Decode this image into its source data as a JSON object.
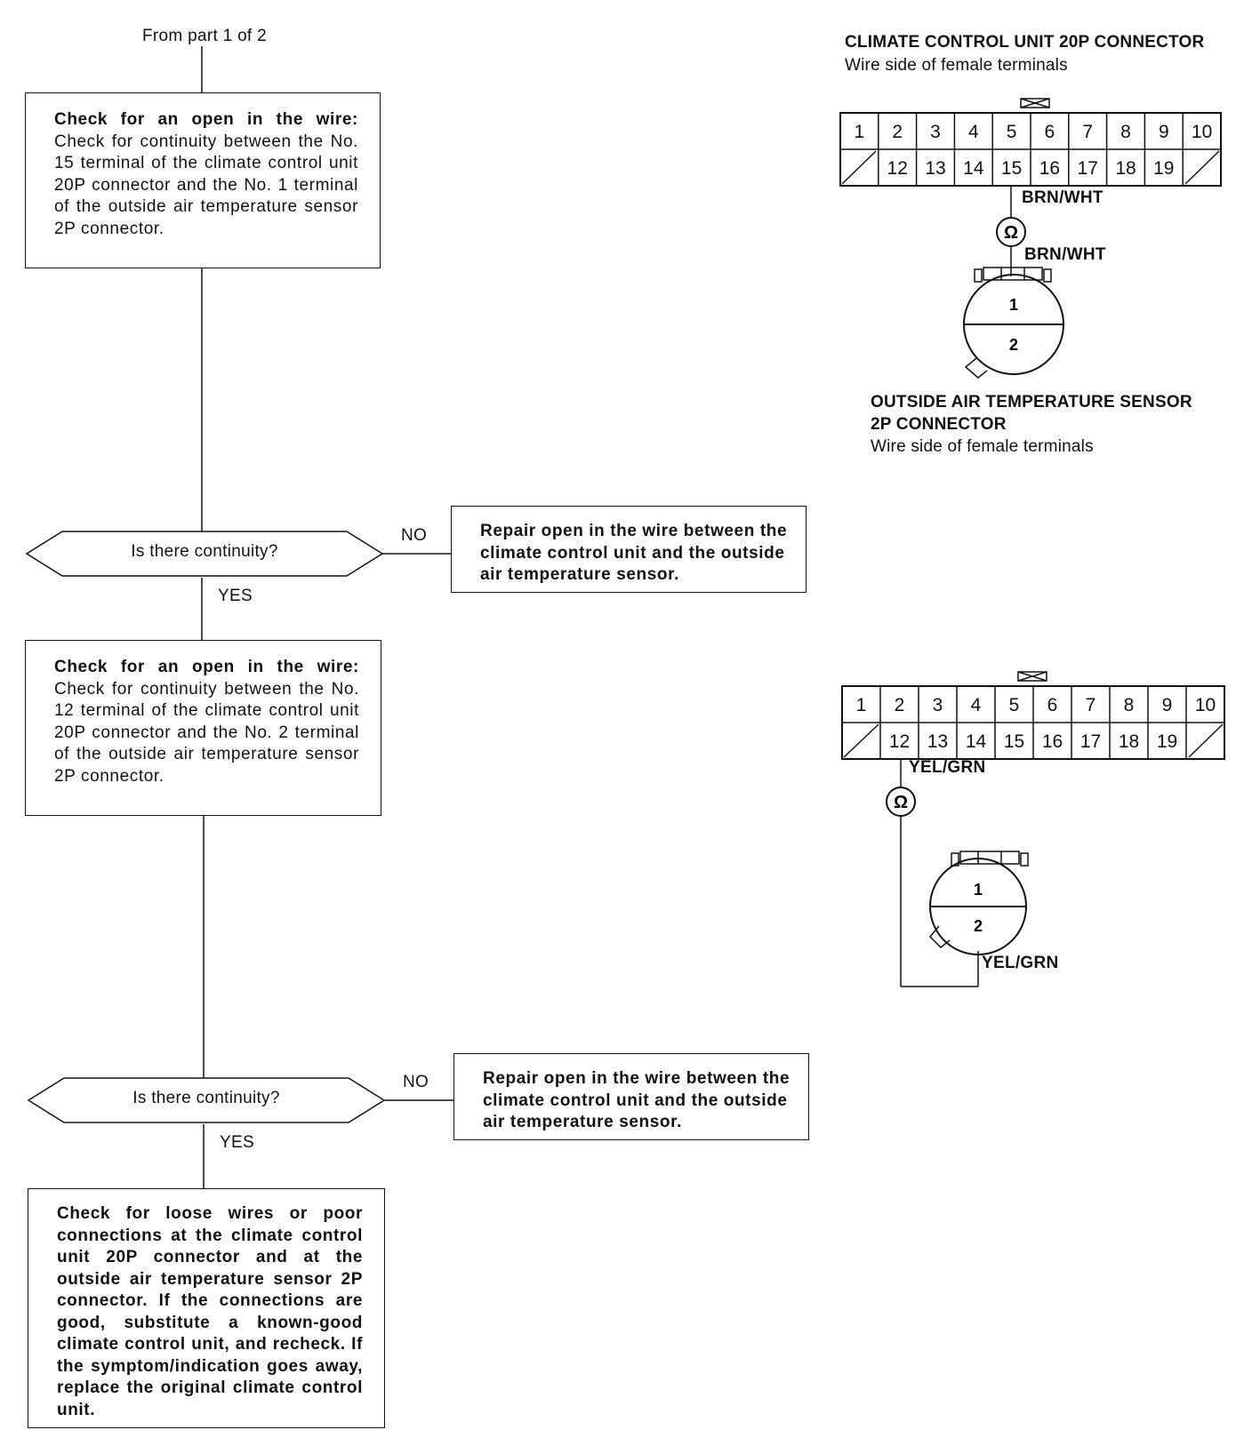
{
  "flow": {
    "from_label": "From part 1 of 2",
    "step1": {
      "heading": "Check for an open in the wire:",
      "body": "Check for continuity between the No. 15 terminal of the climate control unit 20P connector and the No. 1 terminal of the outside air temperature sensor 2P connector."
    },
    "decision1": {
      "question": "Is there continuity?",
      "no_label": "NO",
      "yes_label": "YES"
    },
    "repair1": "Repair open in the wire between the climate control unit and the outside air temperature sensor.",
    "step2": {
      "heading": "Check for an open in the wire:",
      "body": "Check for continuity between the No. 12 terminal of the climate control unit 20P connector and the No. 2 terminal of the outside air temperature sensor 2P connector."
    },
    "decision2": {
      "question": "Is there continuity?",
      "no_label": "NO",
      "yes_label": "YES"
    },
    "repair2": "Repair open in the wire between the climate control unit and the outside air temperature sensor.",
    "final": "Check for loose wires or poor connections at the climate control unit 20P connector and at the outside air temperature sensor 2P connector. If the connections are good, substitute a known-good climate control unit, and recheck. If the symptom/indication goes away, replace the original climate control unit."
  },
  "diagram1": {
    "title": "CLIMATE CONTROL UNIT 20P CONNECTOR",
    "subtitle": "Wire side of female terminals",
    "top_row": [
      "1",
      "2",
      "3",
      "4",
      "5",
      "6",
      "7",
      "8",
      "9",
      "10"
    ],
    "bottom_row": [
      "",
      "12",
      "13",
      "14",
      "15",
      "16",
      "17",
      "18",
      "19",
      ""
    ],
    "wire_upper": "BRN/WHT",
    "wire_lower": "BRN/WHT",
    "meter_symbol": "Ω",
    "sensor_pins": [
      "1",
      "2"
    ],
    "sensor_title_line1": "OUTSIDE AIR TEMPERATURE SENSOR",
    "sensor_title_line2": "2P CONNECTOR",
    "sensor_subtitle": "Wire side of female terminals"
  },
  "diagram2": {
    "top_row": [
      "1",
      "2",
      "3",
      "4",
      "5",
      "6",
      "7",
      "8",
      "9",
      "10"
    ],
    "bottom_row": [
      "",
      "12",
      "13",
      "14",
      "15",
      "16",
      "17",
      "18",
      "19",
      ""
    ],
    "wire_upper": "YEL/GRN",
    "wire_lower": "YEL/GRN",
    "meter_symbol": "Ω",
    "sensor_pins": [
      "1",
      "2"
    ]
  }
}
